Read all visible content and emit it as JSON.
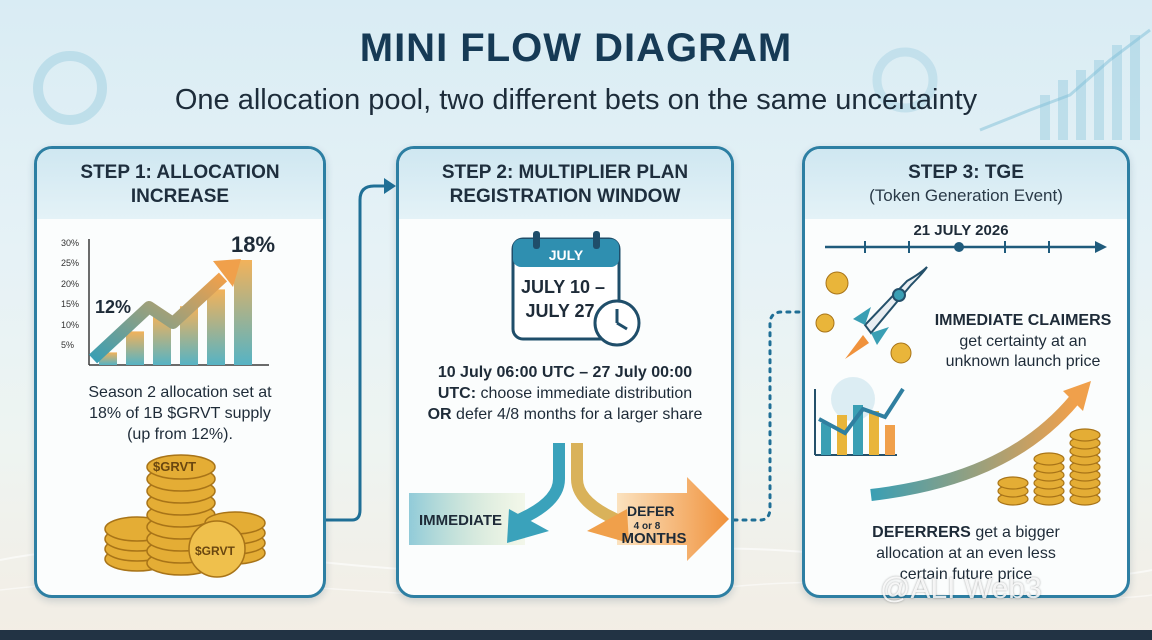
{
  "title": "MINI FLOW DIAGRAM",
  "subtitle": "One allocation pool, two different bets on the same uncertainty",
  "steps": [
    {
      "title_line1": "STEP 1: ALLOCATION",
      "title_line2": "INCREASE",
      "chart_ticks": [
        "30%",
        "25%",
        "20%",
        "15%",
        "10%",
        "5%"
      ],
      "chart_values": [
        3,
        8,
        12,
        14,
        18,
        25
      ],
      "start_label": "12%",
      "end_label": "18%",
      "description": [
        "Season 2 allocation set at",
        "18% of 1B $GRVT supply",
        "(up from 12%)."
      ],
      "coin_label": "$GRVT"
    },
    {
      "title_line1": "STEP 2: MULTIPLIER PLAN",
      "title_line2": "REGISTRATION WINDOW",
      "calendar_month": "JULY",
      "calendar_line1": "JULY 10 –",
      "calendar_line2": "JULY 27",
      "window_line1": "10 July 06:00 UTC – 27 July 00:00",
      "window_line2_bold": "UTC:",
      "window_line2_rest": " choose immediate distribution",
      "window_line3_bold": "OR",
      "window_line3_rest": " defer 4/8 months for a larger share",
      "option_immediate": "IMMEDIATE",
      "option_defer_top": "DEFER",
      "option_defer_mid": "4 or 8",
      "option_defer_bottom": "MONTHS"
    },
    {
      "title_line1": "STEP 3: TGE",
      "title_sub": "(Token Generation Event)",
      "timeline_date": "21 JULY 2026",
      "immediate_bold": "IMMEDIATE CLAIMERS",
      "immediate_text": [
        "get certainty at an",
        "unknown launch price"
      ],
      "deferrer_bold": "DEFERRERS",
      "deferrer_text": [
        "get a bigger",
        "allocation at an even less",
        "certain future price"
      ]
    }
  ],
  "watermark": "@ALI Web3",
  "colors": {
    "title": "#163a55",
    "card_border": "#2d7fa3",
    "teal": "#3a9fb4",
    "orange": "#f0a04b",
    "gold": "#e9b53a"
  }
}
